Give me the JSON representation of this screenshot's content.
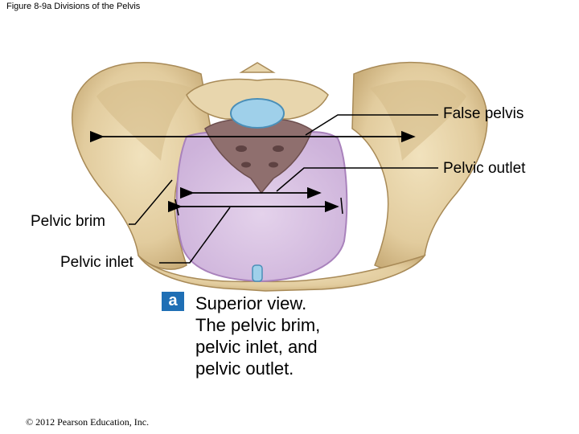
{
  "figure_title": "Figure 8-9a  Divisions of the Pelvis",
  "labels": {
    "false_pelvis": "False pelvis",
    "pelvic_outlet": "Pelvic outlet",
    "pelvic_brim": "Pelvic brim",
    "pelvic_inlet": "Pelvic inlet"
  },
  "panel_letter": "a",
  "caption": {
    "line1": "Superior view.",
    "line2": "The pelvic brim,",
    "line3": "pelvic inlet, and",
    "line4": "pelvic outlet."
  },
  "copyright": "© 2012 Pearson Education, Inc.",
  "colors": {
    "bone": "#e2cc9e",
    "bone_shadow": "#b99a66",
    "cavity": "#dcc7e4",
    "cavity_edge": "#b493c2",
    "sacrum": "#8a6a6a",
    "disc": "#9fd0ea",
    "badge": "#1f6fb5"
  }
}
